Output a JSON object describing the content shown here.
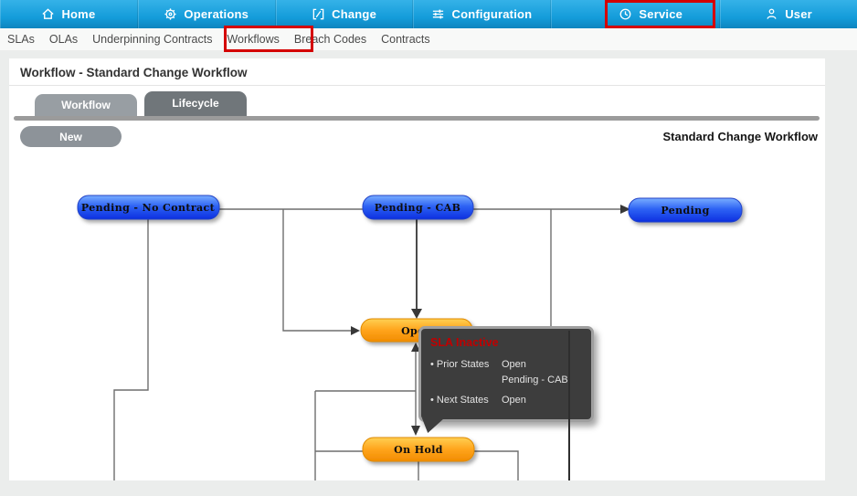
{
  "nav": {
    "items": [
      {
        "label": "Home",
        "icon": "home-icon"
      },
      {
        "label": "Operations",
        "icon": "wheel-icon"
      },
      {
        "label": "Change",
        "icon": "change-icon"
      },
      {
        "label": "Configuration",
        "icon": "sliders-icon"
      },
      {
        "label": "Service",
        "icon": "clock-icon",
        "highlighted": true
      },
      {
        "label": "User",
        "icon": "person-icon"
      }
    ]
  },
  "subnav": {
    "items": [
      "SLAs",
      "OLAs",
      "Underpinning Contracts",
      "Workflows",
      "Breach Codes",
      "Contracts"
    ],
    "highlighted_item": "Workflows"
  },
  "page": {
    "title": "Workflow - Standard Change Workflow",
    "workflow_name": "Standard Change Workflow"
  },
  "tabs": [
    {
      "label": "Workflow",
      "active": true
    },
    {
      "label": "Lifecycle",
      "active": false
    }
  ],
  "toolbar": {
    "new_label": "New"
  },
  "diagram": {
    "nodes": [
      {
        "id": "pending-no-contract",
        "label": "Pending - No Contract",
        "type": "blue"
      },
      {
        "id": "pending-cab",
        "label": "Pending - CAB",
        "type": "blue"
      },
      {
        "id": "pending",
        "label": "Pending",
        "type": "blue"
      },
      {
        "id": "open",
        "label": "Open",
        "type": "orange"
      },
      {
        "id": "on-hold",
        "label": "On Hold",
        "type": "orange"
      }
    ]
  },
  "tooltip": {
    "title": "SLA Inactive",
    "rows": [
      {
        "label": "Prior States",
        "values": "Open\nPending - CAB"
      },
      {
        "label": "Next States",
        "values": "Open"
      }
    ]
  },
  "colors": {
    "nav_blue": "#149cda",
    "service_dark": "#0c79a7",
    "annotation_red": "#d40000",
    "node_blue": "#2e63f4",
    "node_orange": "#ffa41c",
    "tab_active": "#989ea3",
    "tab_inactive": "#70767a",
    "button_gray": "#8d9399",
    "tooltip_bg": "#3d3d3d",
    "tooltip_title": "#c00000",
    "line_gray": "#6e6e6e"
  }
}
